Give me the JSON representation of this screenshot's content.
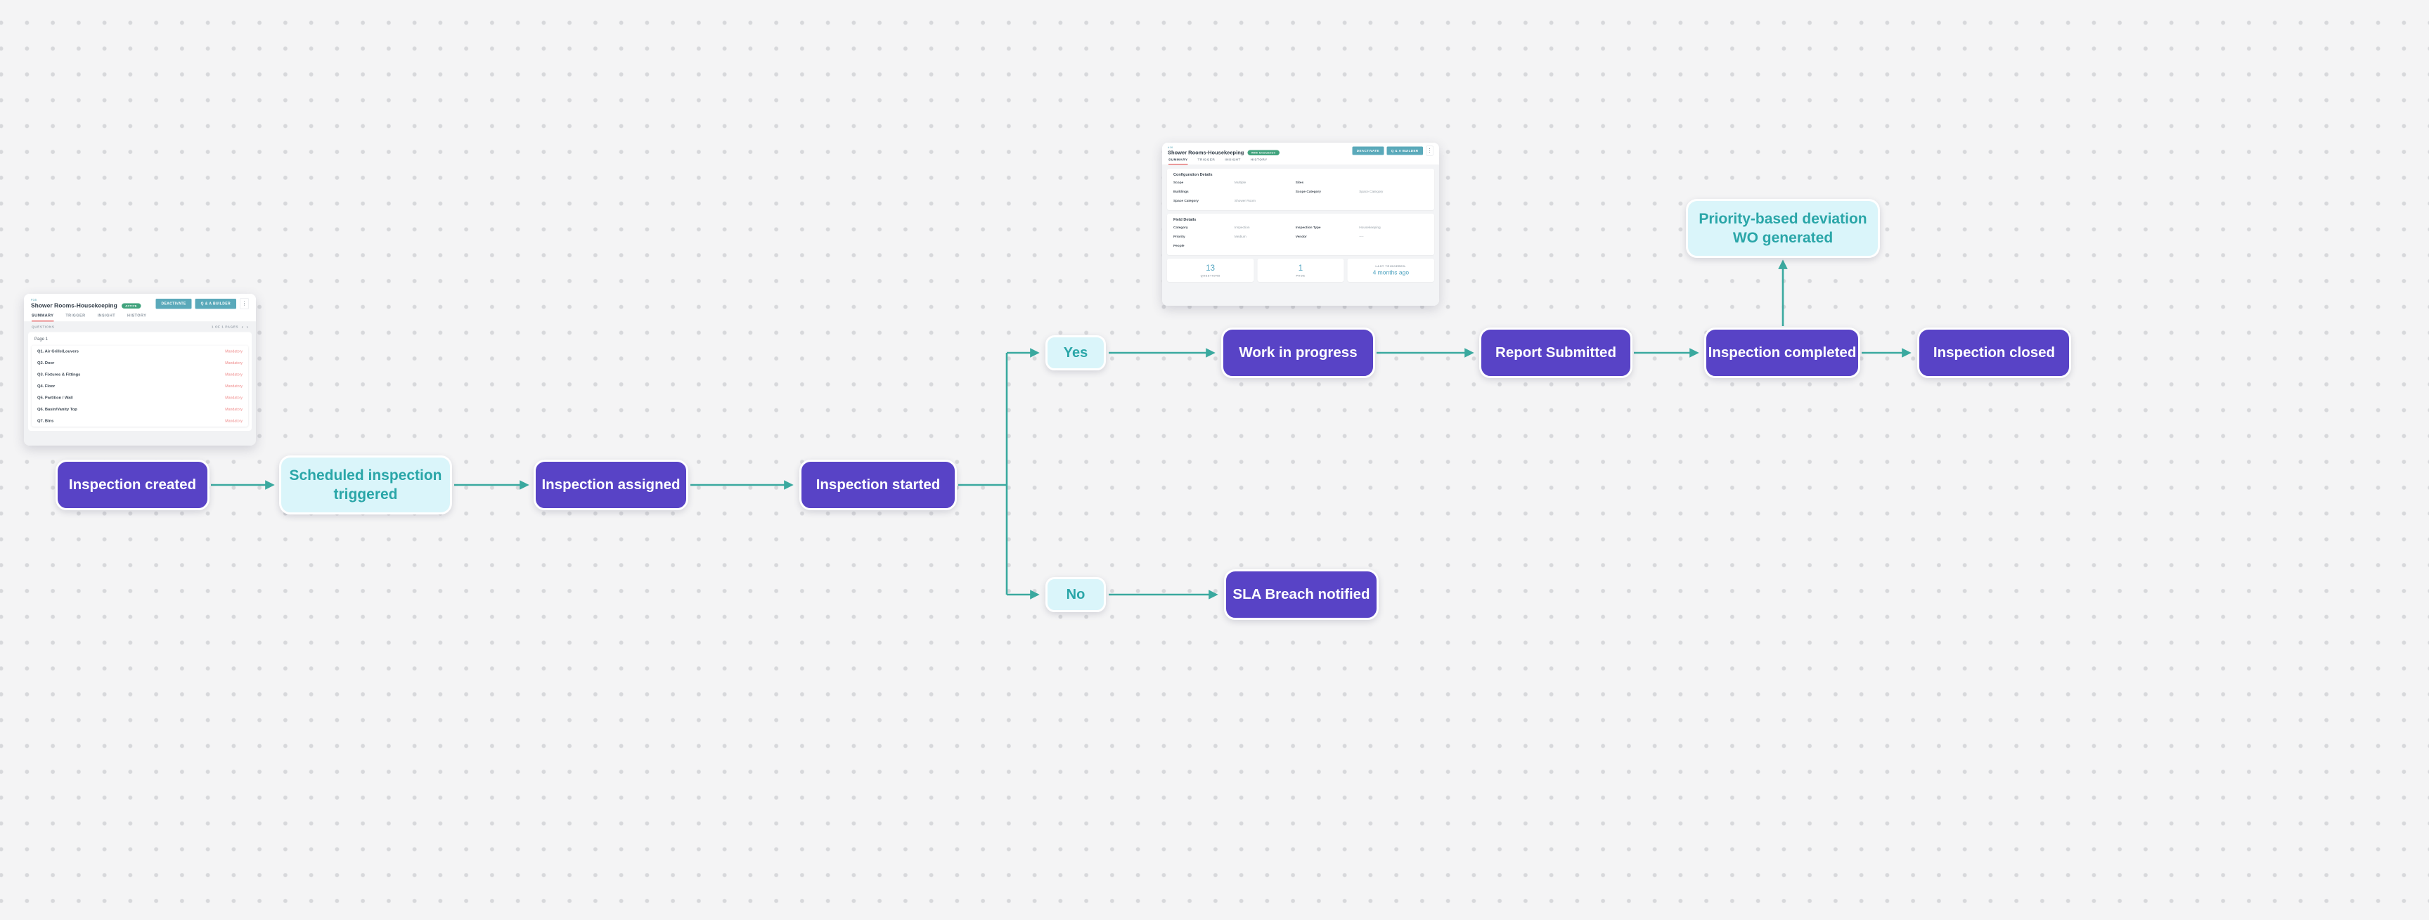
{
  "flow": {
    "inspection_created": "Inspection created",
    "scheduled_inspection_triggered": "Scheduled inspection triggered",
    "inspection_assigned": "Inspection assigned",
    "inspection_started": "Inspection started",
    "yes": "Yes",
    "no": "No",
    "work_in_progress": "Work in progress",
    "report_submitted": "Report Submitted",
    "inspection_completed": "Inspection completed",
    "inspection_closed": "Inspection closed",
    "priority_deviation": "Priority-based deviation WO generated",
    "sla_breach": "SLA Breach notified"
  },
  "colors": {
    "node_purple": "#5843c6",
    "node_cyan_bg": "#daf5fa",
    "node_cyan_text": "#2aa6a8",
    "connector_teal": "#3aa99f",
    "canvas_bg": "#f4f4f5"
  },
  "app1": {
    "ref_id": "#16",
    "title": "Shower Rooms-Housekeeping",
    "status_badge": "ACTIVE",
    "deactivate_button": "DEACTIVATE",
    "qa_builder_button": "Q & A BUILDER",
    "tabs": [
      "SUMMARY",
      "TRIGGER",
      "INSIGHT",
      "HISTORY"
    ],
    "questions_header": "QUESTIONS",
    "pagination": "1 OF 1 PAGES",
    "page_label": "Page 1",
    "questions": [
      {
        "text": "Q1. Air Grille/Louvers",
        "tag": "Mandatory"
      },
      {
        "text": "Q2. Door",
        "tag": "Mandatory"
      },
      {
        "text": "Q3. Fixtures & Fittings",
        "tag": "Mandatory"
      },
      {
        "text": "Q4. Floor",
        "tag": "Mandatory"
      },
      {
        "text": "Q5. Partition / Wall",
        "tag": "Mandatory"
      },
      {
        "text": "Q6. Basin/Vanity Top",
        "tag": "Mandatory"
      },
      {
        "text": "Q7. Bins",
        "tag": "Mandatory"
      }
    ]
  },
  "app2": {
    "ref_id": "#16",
    "title": "Shower Rooms-Housekeeping",
    "status_badge": "With Evaluation",
    "deactivate_button": "DEACTIVATE",
    "qa_builder_button": "Q & A BUILDER",
    "tabs": [
      "SUMMARY",
      "TRIGGER",
      "INSIGHT",
      "HISTORY"
    ],
    "config": {
      "title": "Configuration Details",
      "scope_label": "Scope",
      "scope_value": "Multiple",
      "sites_label": "Sites",
      "buildings_label": "Buildings",
      "scope_category_label": "Scope Category",
      "scope_category_value": "Space Category",
      "space_category_label": "Space Category",
      "space_category_value": "Shower Room"
    },
    "field": {
      "title": "Field Details",
      "category_label": "Category",
      "category_value": "Inspection",
      "inspection_type_label": "Inspection Type",
      "inspection_type_value": "Housekeeping",
      "priority_label": "Priority",
      "priority_value": "Medium",
      "vendor_label": "Vendor",
      "vendor_value": "----",
      "people_label": "People"
    },
    "stats": [
      {
        "value": "13",
        "label": "QUESTIONS"
      },
      {
        "value": "1",
        "label": "PAGE"
      },
      {
        "label": "LAST TRIGGERED.",
        "value": "4 months ago"
      }
    ]
  }
}
